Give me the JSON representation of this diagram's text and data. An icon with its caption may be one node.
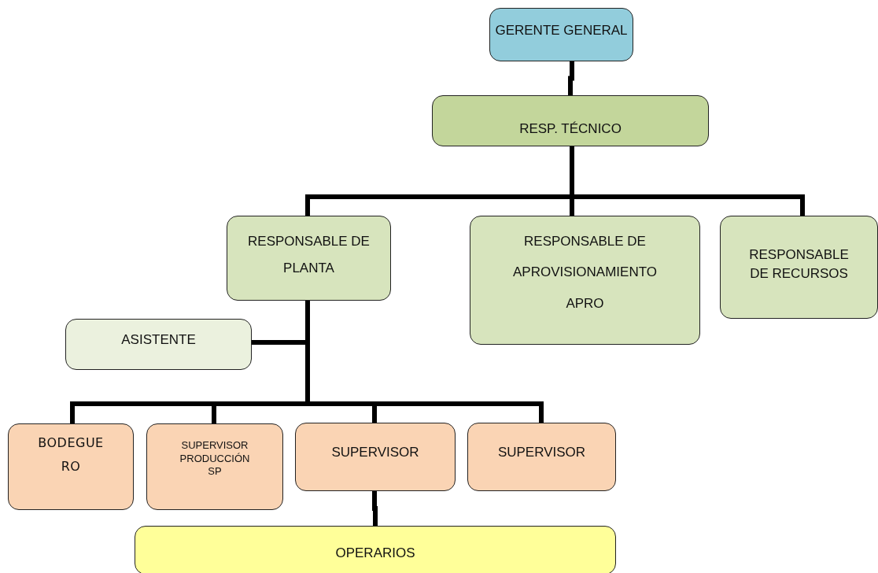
{
  "diagram": {
    "nodes": [
      {
        "text": [
          "GERENTE GENERAL"
        ]
      },
      {
        "text": [
          "RESP. TÉCNICO"
        ]
      },
      {
        "text": [
          "RESPONSABLE DE PLANTA"
        ]
      },
      {
        "text": [
          "RESPONSABLE DE APROVISIONAMIENTO APRO"
        ]
      },
      {
        "text": [
          "RESPONSABLE DE RECURSOS"
        ]
      },
      {
        "text": [
          "ASISTENTE"
        ]
      },
      {
        "text": [
          "BODEGUERO"
        ]
      },
      {
        "text": [
          "SUPERVISOR PRODUCCIÓN SP"
        ]
      },
      {
        "text": [
          "SUPERVISOR"
        ]
      },
      {
        "text": [
          "SUPERVISOR"
        ]
      },
      {
        "text": [
          "OPERARIOS"
        ]
      }
    ],
    "edges": [
      {
        "from": 0,
        "to": 1,
        "arrow": "none"
      },
      {
        "from": 1,
        "to": 2,
        "arrow": "none"
      },
      {
        "from": 1,
        "to": 3,
        "arrow": "none"
      },
      {
        "from": 1,
        "to": 4,
        "arrow": "none"
      },
      {
        "from": 2,
        "to": 5,
        "arrow": "none"
      },
      {
        "from": 2,
        "to": 6,
        "arrow": "none"
      },
      {
        "from": 2,
        "to": 7,
        "arrow": "none"
      },
      {
        "from": 2,
        "to": 8,
        "arrow": "none"
      },
      {
        "from": 2,
        "to": 9,
        "arrow": "none"
      },
      {
        "from": 8,
        "to": 10,
        "arrow": "none"
      }
    ]
  }
}
